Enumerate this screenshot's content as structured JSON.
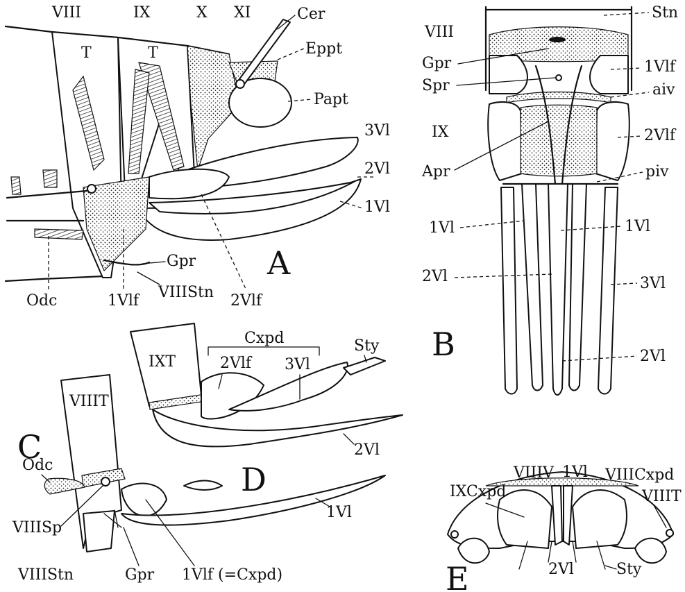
{
  "panel_a": {
    "segments": [
      "VIII",
      "IX",
      "X",
      "XI"
    ],
    "tergite": "T",
    "labels": {
      "cer": "Cer",
      "eppt": "Eppt",
      "papt": "Papt",
      "v3": "3Vl",
      "v2": "2Vl",
      "v1": "1Vl",
      "gpr": "Gpr",
      "odc": "Odc",
      "vlf1": "1Vlf",
      "stn8": "VIIIStn",
      "vlf2": "2Vlf"
    },
    "letter": "A"
  },
  "panel_b": {
    "labels": {
      "seg8": "VIII",
      "seg9": "IX",
      "stn": "Stn",
      "gpr": "Gpr",
      "spr": "Spr",
      "vlf1": "1Vlf",
      "aiv": "aiv",
      "vlf2": "2Vlf",
      "apr": "Apr",
      "piv": "piv",
      "v1_left": "1Vl",
      "v1_right": "1Vl",
      "v2_left": "2Vl",
      "v3": "3Vl",
      "v2_bottom": "2Vl"
    },
    "letter": "B"
  },
  "panel_cd": {
    "labels": {
      "cxpd": "Cxpd",
      "sty": "Sty",
      "ixt": "IXT",
      "vlf2": "2Vlf",
      "v3": "3Vl",
      "v2": "2Vl",
      "viiit": "VIIIT",
      "odc": "Odc",
      "viiisp": "VIIISp",
      "viiistn": "VIIIStn",
      "gpr": "Gpr",
      "vlf1": "1Vlf (=Cxpd)",
      "v1": "1Vl"
    },
    "letter_c": "C",
    "letter_d": "D"
  },
  "panel_e": {
    "labels": {
      "viiiv": "VIIIV",
      "v1": "1Vl",
      "viiicxpd": "VIIICxpd",
      "ixcxpd": "IXCxpd",
      "viiit": "VIIIT",
      "v2": "2Vl",
      "sty": "Sty"
    },
    "letter": "E"
  }
}
